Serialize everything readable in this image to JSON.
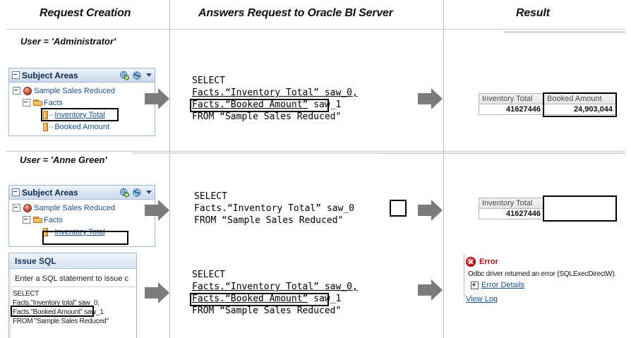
{
  "header": {
    "columns": [
      {
        "label": "Request Creation"
      },
      {
        "label": "Answers Request to Oracle BI Server"
      },
      {
        "label": "Result"
      }
    ]
  },
  "rows": [
    {
      "user_label": "User = 'Administrator'",
      "panel": {
        "title": "Subject Areas",
        "icons": [
          "refresh-globe-icon",
          "globe-sync-icon",
          "chevron-down-icon"
        ],
        "tree": [
          {
            "label": "Sample Sales Reduced",
            "icon": "subject-area-sphere-icon",
            "level": 0
          },
          {
            "label": "Facts",
            "icon": "folder-icon",
            "level": 1
          },
          {
            "label": "Inventory Total",
            "icon": "column-icon",
            "level": 2
          },
          {
            "label": "Booked Amount",
            "icon": "column-icon",
            "level": 2
          }
        ],
        "highlighted_item": "Booked Amount"
      },
      "sql": {
        "line1": "SELECT",
        "line2": "Facts.“Inventory Total” saw_0,",
        "line3_boxed": "Facts.“Booked Amount”",
        "line3_rest": " saw_1",
        "line4": "FROM “Sample Sales Reduced\""
      },
      "result": {
        "headers": [
          "Inventory Total",
          "Booked Amount"
        ],
        "values": [
          "41627446",
          "24,903,044"
        ],
        "highlighted_column": "Booked Amount"
      }
    },
    {
      "user_label": "User = 'Anne Green'",
      "panel": {
        "title": "Subject Areas",
        "icons": [
          "refresh-globe-icon",
          "globe-sync-icon",
          "chevron-down-icon"
        ],
        "tree": [
          {
            "label": "Sample Sales Reduced",
            "icon": "subject-area-sphere-icon",
            "level": 0
          },
          {
            "label": "Facts",
            "icon": "folder-icon",
            "level": 1
          },
          {
            "label": "Inventory Total",
            "icon": "column-icon",
            "level": 2
          }
        ],
        "highlighted_item": ""
      },
      "sql": {
        "line1": "SELECT",
        "line2": "Facts.“Inventory Total” saw_0",
        "line3_boxed": "",
        "line3_rest": "",
        "line4": "FROM “Sample Sales Reduced\""
      },
      "result": {
        "headers": [
          "Inventory Total",
          ""
        ],
        "values": [
          "41627446",
          ""
        ],
        "highlighted_column": ""
      }
    },
    {
      "issue_panel": {
        "title": "Issue SQL",
        "instruction": "Enter a SQL statement to issue c",
        "sql_line1": "SELECT",
        "sql_line2": "Facts.\"Inventory total\" saw_0,",
        "sql_line3_boxed": "Facts.\"Booked Amount\"",
        "sql_line3_rest": " saw_1",
        "sql_line4": "FROM \"Sample Sales Reduced\""
      },
      "sql": {
        "line1": "SELECT",
        "line2": "Facts.“Inventory Total” saw_0,",
        "line3_boxed": "Facts.“Booked Amount”",
        "line3_rest": " saw_1",
        "line4": "FROM “Sample Sales Reduced\""
      },
      "error": {
        "title": "Error",
        "message": "Odbc driver returned an error (SQLExecDirectW).",
        "details_link": "Error Details",
        "view_log_link": "View Log"
      }
    }
  ]
}
